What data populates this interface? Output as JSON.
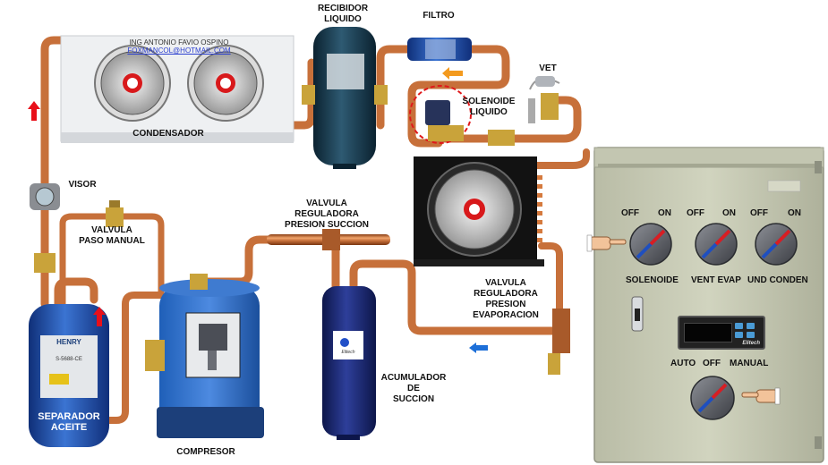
{
  "credit": {
    "name": "ING ANTONIO FAVIO OSPINO",
    "email": "FOXMANCOL@HOTMAIL.COM"
  },
  "labels": {
    "condensador": "CONDENSADOR",
    "recibidor_1": "RECIBIDOR",
    "recibidor_2": "LIQUIDO",
    "filtro": "FILTRO",
    "vet": "VET",
    "solenoide_1": "SOLENOIDE",
    "solenoide_2": "LIQUIDO",
    "visor": "VISOR",
    "valvula_manual_1": "VALVULA",
    "valvula_manual_2": "PASO MANUAL",
    "vrs_1": "VALVULA",
    "vrs_2": "REGULADORA",
    "vrs_3": "PRESION SUCCION",
    "vre_1": "VALVULA",
    "vre_2": "REGULADORA",
    "vre_3": "PRESION",
    "vre_4": "EVAPORACION",
    "acumulador_1": "ACUMULADOR",
    "acumulador_2": "DE",
    "acumulador_3": "SUCCION",
    "compresor": "COMPRESOR",
    "separador_1": "SEPARADOR",
    "separador_2": "ACEITE"
  },
  "panel": {
    "off": "OFF",
    "on": "ON",
    "auto": "AUTO",
    "manual": "MANUAL",
    "switches": [
      "SOLENOIDE",
      "VENT EVAP",
      "UND CONDEN"
    ],
    "thermostat_brand": "Elitech"
  },
  "product_text": {
    "henry": "HENRY",
    "henry_model": "S-5688-CE",
    "accumulator_brand": "Elitech"
  },
  "colors": {
    "copper": "#c7703a",
    "copper_light": "#e59a62",
    "blue_tank": "#1f4fa8",
    "navy_tank": "#1a2a6e",
    "receiver": "#173a4e",
    "panel": "#c8cbb6",
    "arrow_red": "#e8101a",
    "arrow_orange": "#f39a1e",
    "arrow_blue": "#1d6fd8"
  }
}
